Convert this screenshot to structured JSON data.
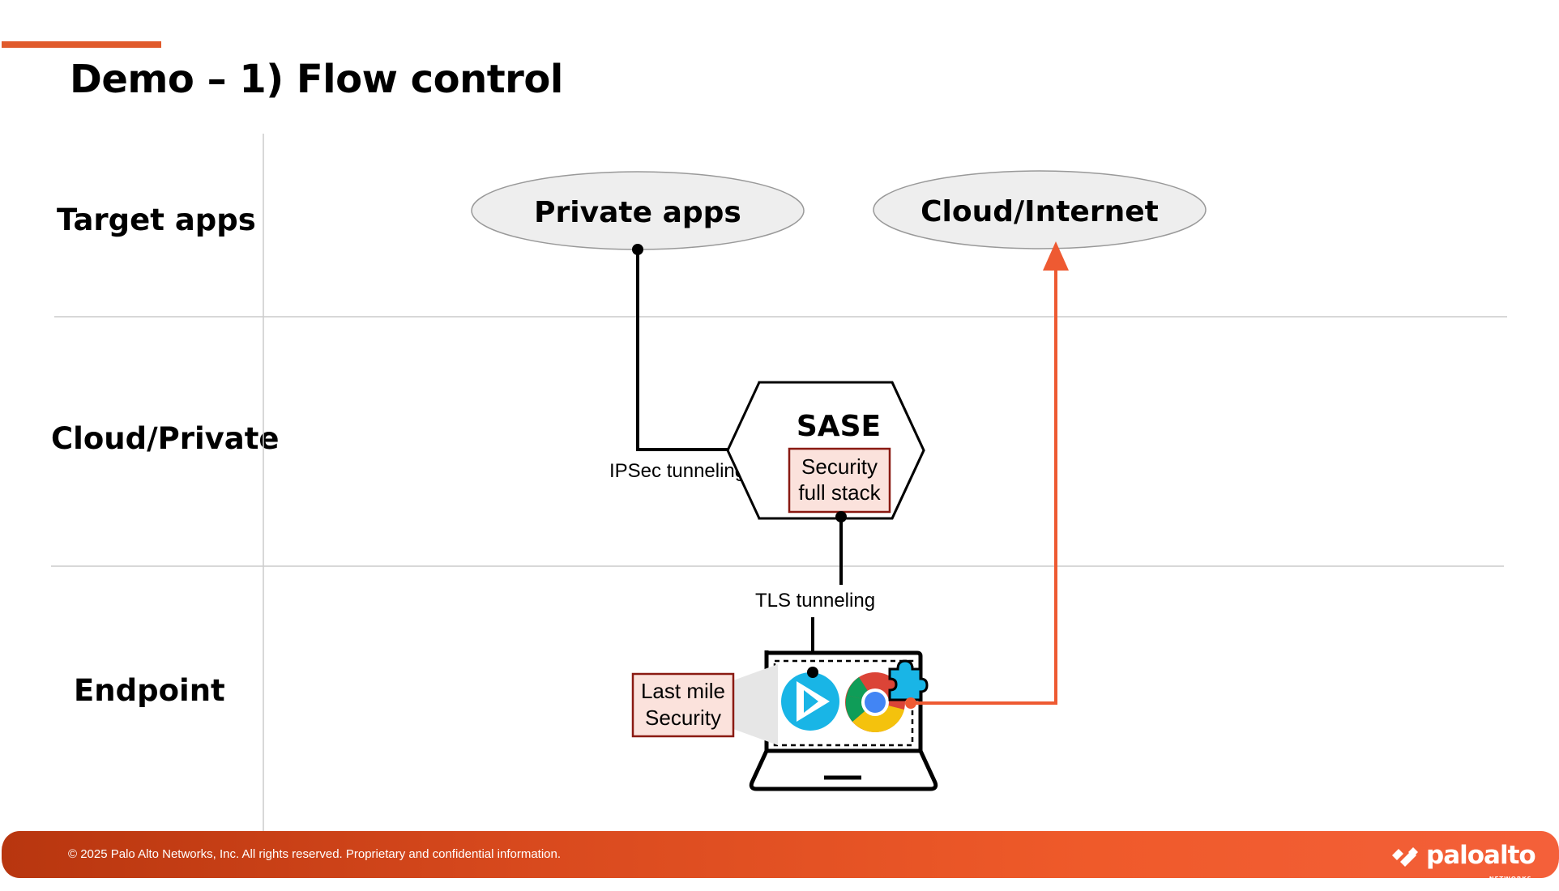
{
  "slide": {
    "title": "Demo – 1) Flow control"
  },
  "rows": {
    "target_apps": "Target apps",
    "cloud_private": "Cloud/Private",
    "endpoint": "Endpoint"
  },
  "nodes": {
    "private_apps": "Private apps",
    "cloud_internet": "Cloud/Internet",
    "sase_title": "SASE",
    "security_full_stack": [
      "Security",
      "full stack"
    ],
    "last_mile_security": [
      "Last mile",
      "Security"
    ]
  },
  "edges": {
    "ipsec": "IPSec tunneling",
    "tls": "TLS tunneling"
  },
  "icons": [
    "laptop-icon",
    "prisma-access-agent-icon",
    "chrome-icon",
    "browser-extension-icon",
    "paloalto-logo-icon"
  ],
  "colors": {
    "accent": "#e05a2b",
    "flow_arrow": "#ee5a32",
    "pink_box_fill": "#fbe2dc",
    "pink_box_border": "#8a1a12",
    "ellipse_fill": "#eeeeee",
    "agent_blue": "#19b5e6"
  },
  "footer": {
    "copyright": "© 2025 Palo Alto Networks, Inc. All rights reserved. Proprietary and confidential information.",
    "brand": "paloalto",
    "brand_sub": "NETWORKS"
  }
}
